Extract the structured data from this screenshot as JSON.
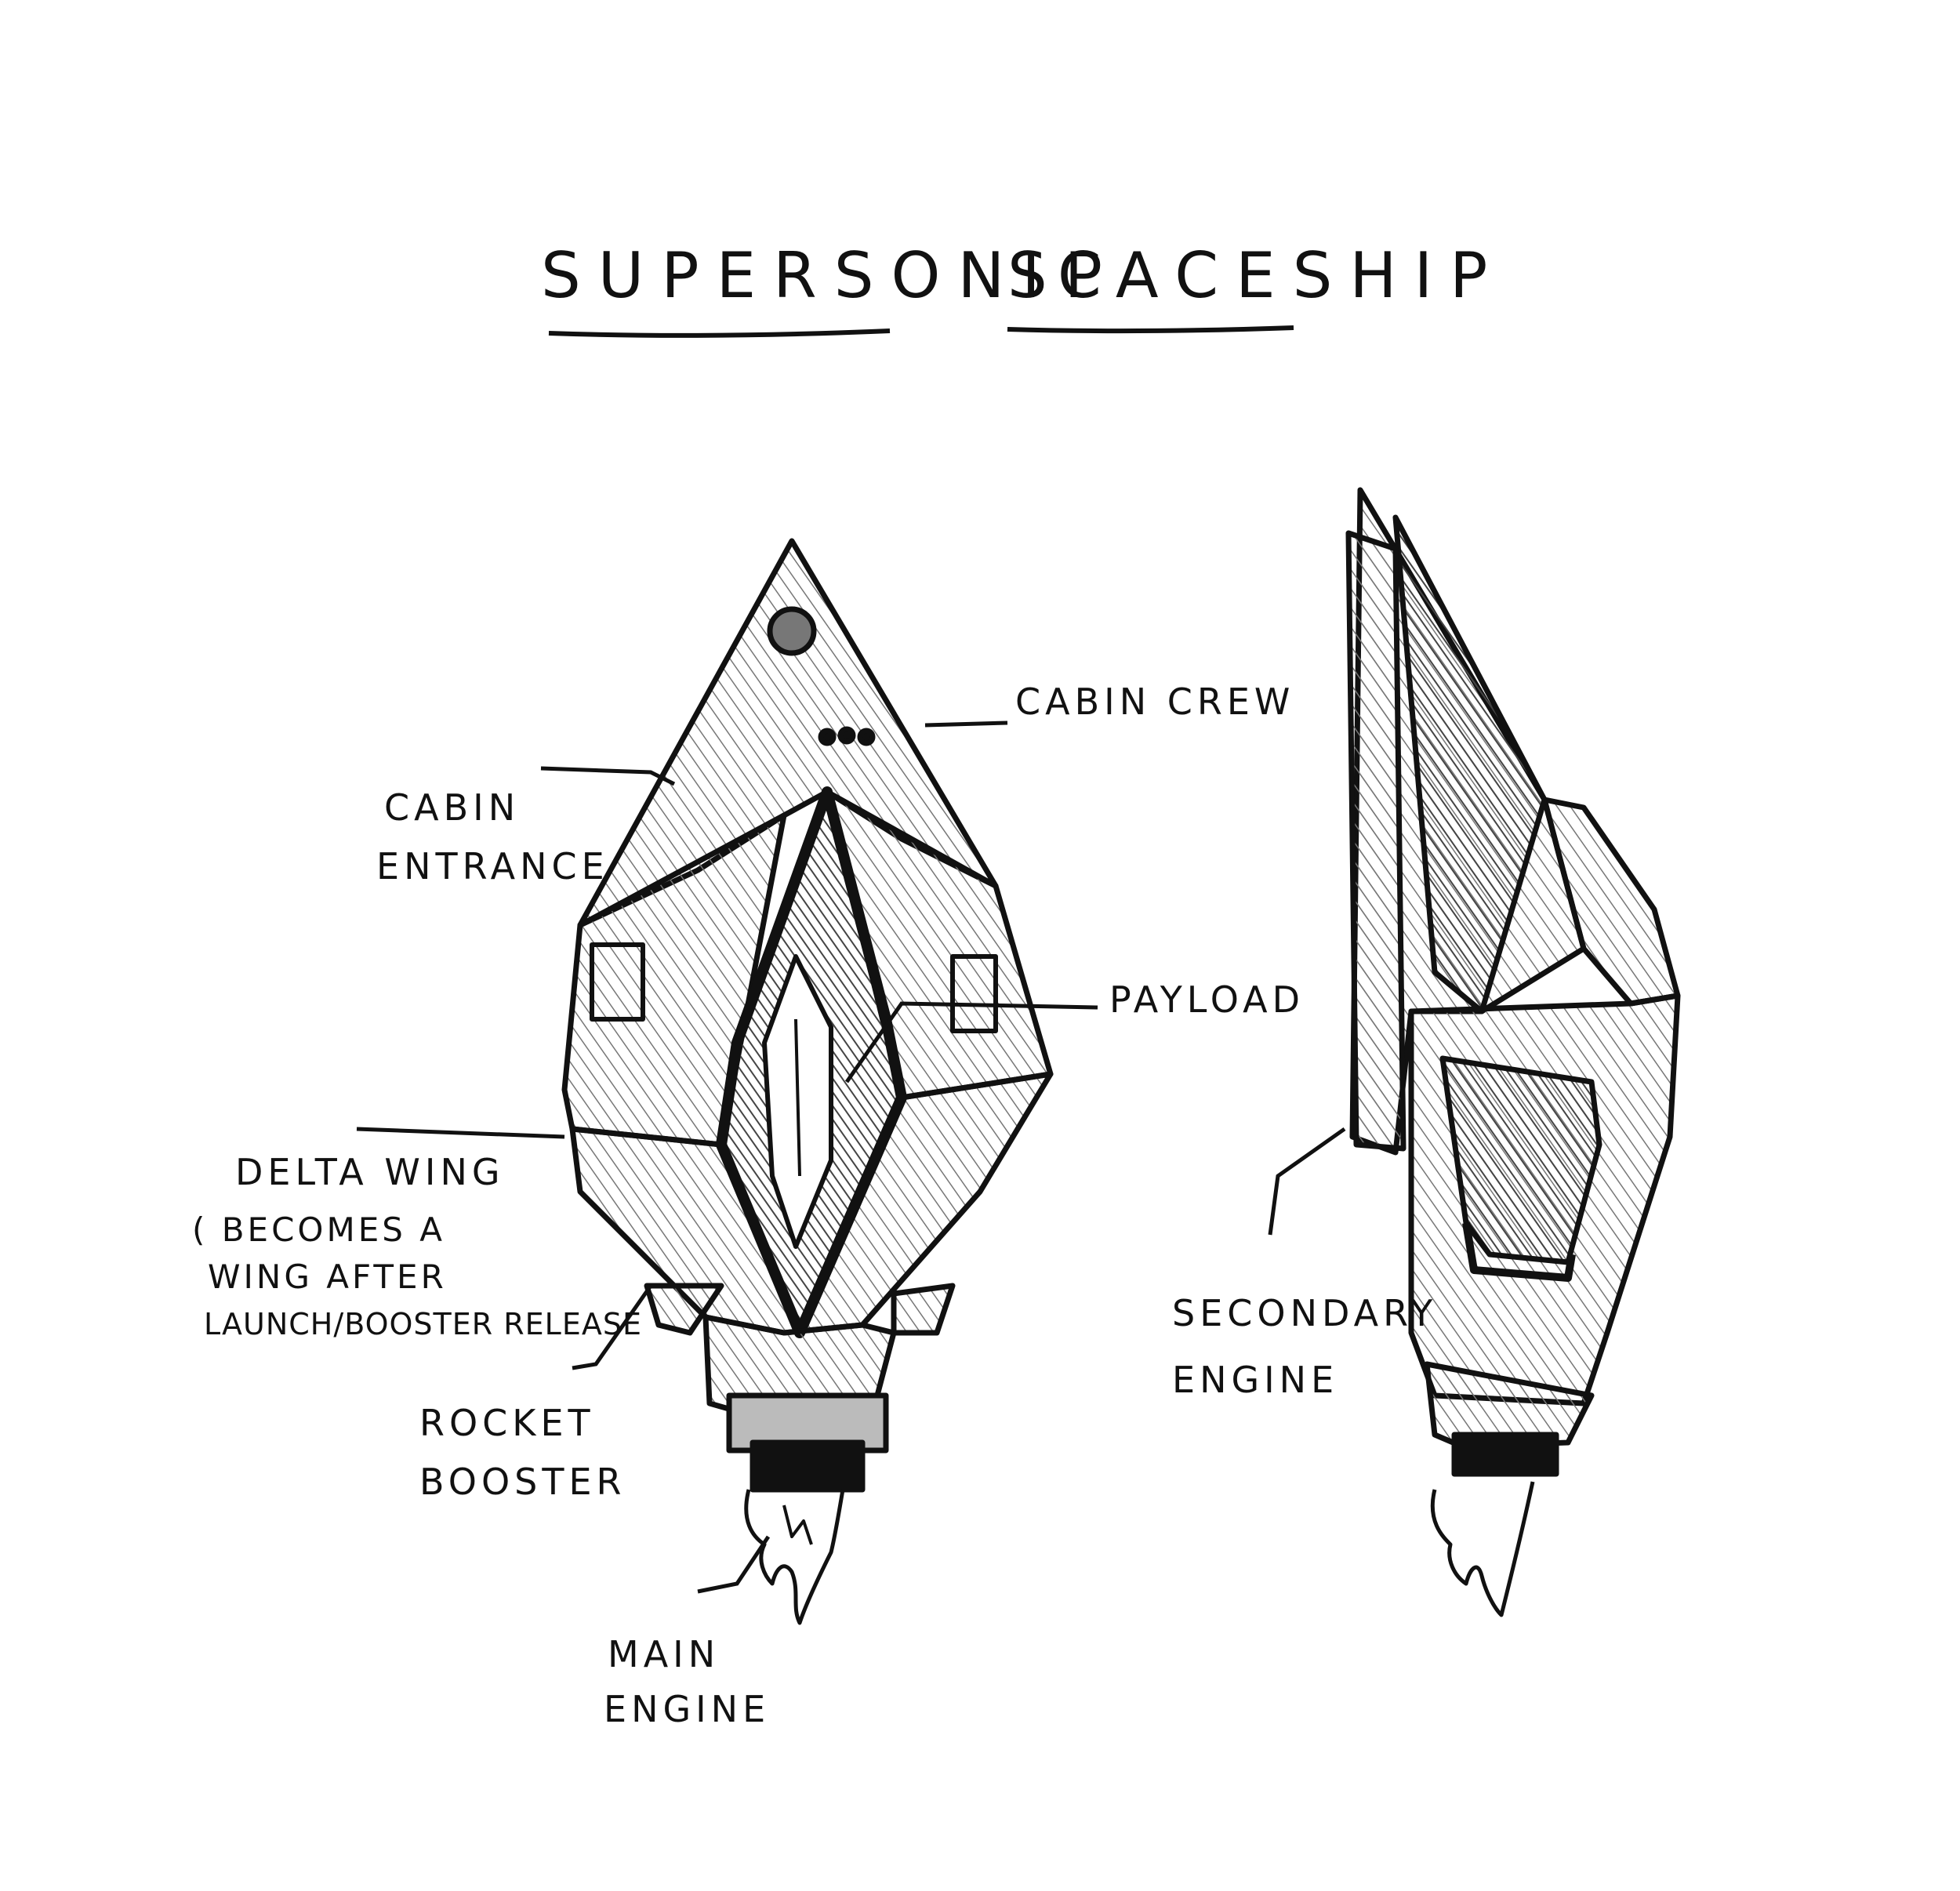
{
  "title": {
    "word1": "SUPERSONIC",
    "word2": "SPACESHIP"
  },
  "labels": {
    "cabin_crew": "CABIN CREW",
    "cabin_entrance_1": "CABIN",
    "cabin_entrance_2": "ENTRANCE",
    "payload": "PAYLOAD",
    "delta_wing": "DELTA WING",
    "delta_note_1": "( BECOMES A",
    "delta_note_2": "WING AFTER",
    "delta_note_3": "LAUNCH/BOOSTER RELEASE",
    "rocket_booster_1": "ROCKET",
    "rocket_booster_2": "BOOSTER",
    "main_engine_1": "MAIN",
    "main_engine_2": "ENGINE",
    "secondary_engine_1": "SECONDARY",
    "secondary_engine_2": "ENGINE"
  },
  "colors": {
    "ink": "#111111",
    "shade": "#555555",
    "paper": "#ffffff"
  }
}
